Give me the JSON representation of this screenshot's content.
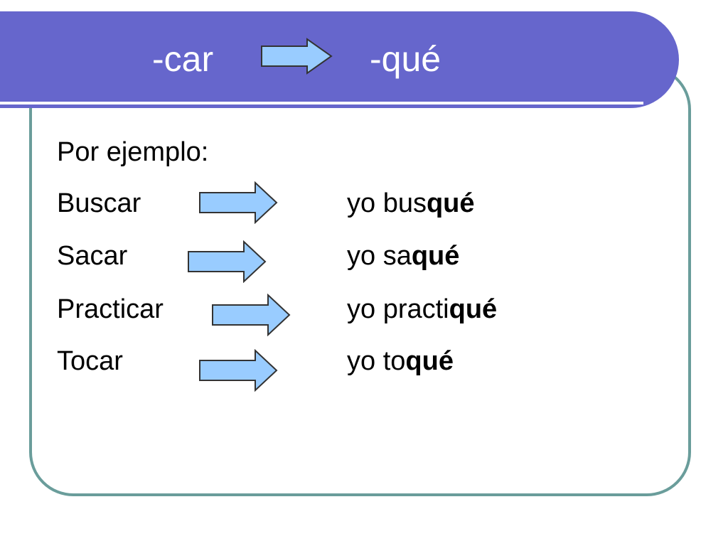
{
  "title": {
    "left": "-car",
    "right": "-qué",
    "arrow_icon": "right-arrow-icon"
  },
  "intro": "Por ejemplo:",
  "rows": [
    {
      "infinitive": "Buscar",
      "form_prefix": "yo bus",
      "form_ending": "qué"
    },
    {
      "infinitive": "Sacar",
      "form_prefix": "yo sa",
      "form_ending": "qué"
    },
    {
      "infinitive": "Practicar",
      "form_prefix": "yo practi",
      "form_ending": "qué"
    },
    {
      "infinitive": "Tocar",
      "form_prefix": "yo to",
      "form_ending": "qué"
    }
  ],
  "colors": {
    "title_bar": "#6666cc",
    "frame_border": "#6a9d9b",
    "arrow_fill": "#99ccff",
    "arrow_stroke": "#333333",
    "title_text": "#ffffff"
  }
}
